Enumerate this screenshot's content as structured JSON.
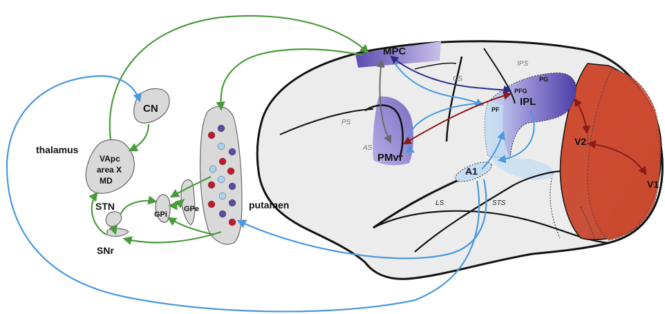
{
  "labels": {
    "cn": "CN",
    "thalamus": "thalamus",
    "thalamus_nuclei": [
      "VApc",
      "area X",
      "MD"
    ],
    "stn": "STN",
    "snr": "SNr",
    "gpi": "GPi",
    "gpe": "GPe",
    "putamen": "putamen",
    "mpc": "MPC",
    "pmvr": "PMvr",
    "ipl": "IPL",
    "pfg": "PFG",
    "pg": "PG",
    "pf": "PF",
    "a1": "A1",
    "v1": "V1",
    "v2": "V2"
  },
  "sulci": {
    "cs": "CS",
    "ips": "IPS",
    "ps": "PS",
    "as": "AS",
    "ls": "LS",
    "sts": "STS"
  },
  "colors": {
    "green_pathway": "#4a9a3c",
    "blue_pathway": "#4a98de",
    "dark_red_pathway": "#8b1a1a",
    "navy_pathway": "#2a2a8a",
    "gray_pathway": "#6a6a6a",
    "nucleus_fill": "#d9d9d9",
    "brain_fill": "#ececec",
    "visual_cortex": "#d9472b",
    "parietal_purple": "#6a5ab8",
    "auditory_blue": "#bcd9f2",
    "dot_red": "#c0182c",
    "dot_purple": "#5a4aa0",
    "dot_lightblue": "#a9d3f0"
  },
  "putamen_dots": [
    "purple",
    "red",
    "lightblue",
    "purple",
    "red",
    "lightblue",
    "red",
    "lightblue",
    "purple",
    "red",
    "lightblue",
    "purple",
    "red",
    "purple",
    "red"
  ]
}
